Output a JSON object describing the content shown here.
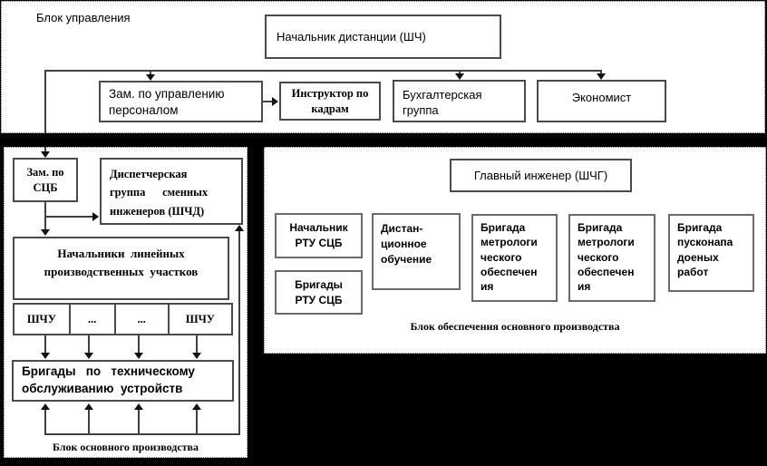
{
  "colors": {
    "background": "#000000",
    "panel": "#ffffff",
    "box_border": "#4a4a4a",
    "line": "#404040",
    "text": "#000000"
  },
  "management": {
    "label": "Блок управления",
    "chief": "Начальник дистанции (ШЧ)",
    "deputy_hr": "Зам. по управлению\nперсоналом",
    "hr_instructor": "Инструктор по\nкадрам",
    "accounting": "Бухгалтерская\nгруппа",
    "economist": "Экономист"
  },
  "main_production": {
    "label": "Блок основного производства",
    "deputy_scb": "Зам. по\nСЦБ",
    "dispatch_group": "Диспетчерская\nгруппа      сменных\nинженеров (ШЧД)",
    "line_chiefs": "Начальники  линейных\nпроизводственных  участков",
    "shchu_cells": [
      "ШЧУ",
      "...",
      "...",
      "ШЧУ"
    ],
    "maintenance_brigades": "Бригады   по   техническому\nобслуживанию  устройств"
  },
  "support": {
    "label": "Блок обеспечения основного производства",
    "chief_engineer": "Главный инженер (ШЧГ)",
    "rtu_chief": "Начальник\nРТУ СЦБ",
    "rtu_brigades": "Бригады\nРТУ СЦБ",
    "distance_learning": "Дистан-\nционное\nобучение",
    "metrology_brigade_1": "Бригада\nметрологи\nческого\nобеспечен\nия",
    "metrology_brigade_2": "Бригада\nметрологи\nческого\nобеспечен\nия",
    "commissioning_brigade": "Бригада\nпусконапа\nдоеных\nработ"
  }
}
